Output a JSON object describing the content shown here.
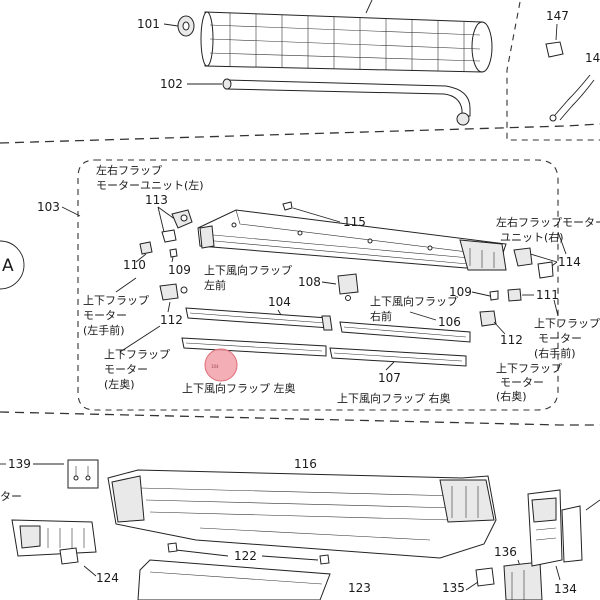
{
  "parts": {
    "p101": "101",
    "p102": "102",
    "p103": "103",
    "p104": "104",
    "p106": "106",
    "p107": "107",
    "p108": "108",
    "p109a": "109",
    "p109b": "109",
    "p110": "110",
    "p111": "111",
    "p112a": "112",
    "p112b": "112",
    "p113": "113",
    "p114": "114",
    "p115": "115",
    "p116": "116",
    "p122": "122",
    "p123": "123",
    "p124": "124",
    "p134": "134",
    "p135": "135",
    "p136": "136",
    "p139": "139",
    "p147": "147",
    "p14x": "14"
  },
  "labels": {
    "lr_motor_unit_left_1": "左右フラップ",
    "lr_motor_unit_left_2": "モーターユニット(左)",
    "lr_motor_unit_right_1": "左右フラップモーター",
    "lr_motor_unit_right_2": "ユニット(右)",
    "ud_flap_left_front_1": "上下風向フラップ",
    "ud_flap_left_front_2": "左前",
    "ud_flap_right_front_1": "上下風向フラップ",
    "ud_flap_right_front_2": "右前",
    "ud_flap_left_back": "上下風向フラップ 左奥",
    "ud_flap_right_back": "上下風向フラップ 右奥",
    "ud_motor_left_front_1": "上下フラップ",
    "ud_motor_left_front_2": "モーター",
    "ud_motor_left_front_3": "(左手前)",
    "ud_motor_left_back_1": "上下フラップ",
    "ud_motor_left_back_2": "モーター",
    "ud_motor_left_back_3": "(左奥)",
    "ud_motor_right_front_1": "上下フラップ",
    "ud_motor_right_front_2": "モーター",
    "ud_motor_right_front_3": "(右手前)",
    "ud_motor_right_back_1": "上下フラップ",
    "ud_motor_right_back_2": "モーター",
    "ud_motor_right_back_3": "(右奥)",
    "circle_A": "A",
    "partial_motor": "ター",
    "highlight_text": "104"
  },
  "colors": {
    "highlight_fill": "#f2a0a8",
    "highlight_stroke": "#e06b78",
    "line": "#222222"
  }
}
